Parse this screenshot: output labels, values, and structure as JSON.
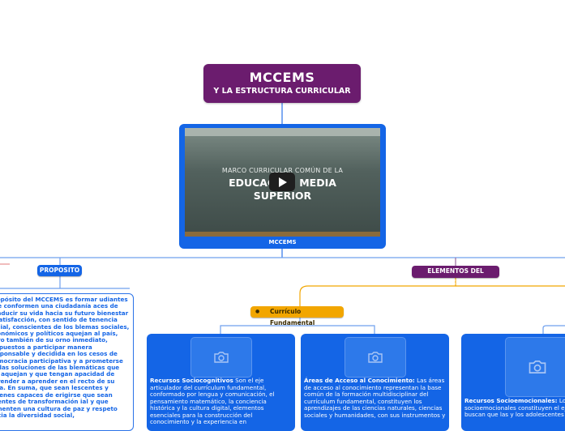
{
  "title": {
    "main": "MCCEMS",
    "sub": "Y LA ESTRUCTURA CURRICULAR"
  },
  "video": {
    "line1": "MARCO CURRICULAR COMÚN DE LA",
    "line2": "EDUCACIÓN MEDIA",
    "line3": "SUPERIOR",
    "caption": "MCCEMS",
    "play_icon": "play-icon"
  },
  "branches": {
    "proposito": "PROPOSITO",
    "elementos": "ELEMENTOS DEL MCCEMS"
  },
  "proposito_text": "propósito del MCCEMS es formar udiantes que conformen una ciudadanía aces de conducir su vida hacia su futuro bienestar y satisfacción, con sentido de tenencia social, conscientes de los blemas sociales, económicos y políticos aquejan al país, pero también de su orno inmediato, dispuestos a participar manera responsable y decidida en los cesos de democracia participativa y a prometerse en las soluciones de las blemáticas que los aquejan y que tengan apacidad de aprender a aprender en el recto de su vida. En suma, que sean lescentes y jóvenes capaces de erigirse que sean agentes de transformación ial y que fomenten una cultura de paz y respeto hacia la diversidad social,",
  "curriculo": {
    "bullet": "●",
    "label": "Currículo Fundamental"
  },
  "cards": [
    {
      "heading": "Recursos Sociocognitivos",
      "body": " Son el eje articulador del currículum fundamental, conformado por lengua y comunicación, el pensamiento matemático, la conciencia histórica y la cultura digital, elementos esenciales para la construcción del conocimiento y la experiencia en",
      "icon": "camera-icon"
    },
    {
      "heading": "Áreas de Acceso al Conocimiento:",
      "body": " Las áreas de acceso al conocimiento representan la base común de la formación multidisciplinar del currículum fundamental, constituyen los aprendizajes de las ciencias naturales, ciencias sociales y humanidades, con sus instrumentos y",
      "icon": "camera-icon"
    },
    {
      "heading": "Recursos Socioemocionales:",
      "body": " Los recursos socioemocionales constituyen el eje que buscan que las y los adolescentes",
      "icon": "camera-icon"
    }
  ],
  "colors": {
    "purple": "#6b1c6e",
    "blue": "#1465e6",
    "orange": "#f2a600"
  }
}
